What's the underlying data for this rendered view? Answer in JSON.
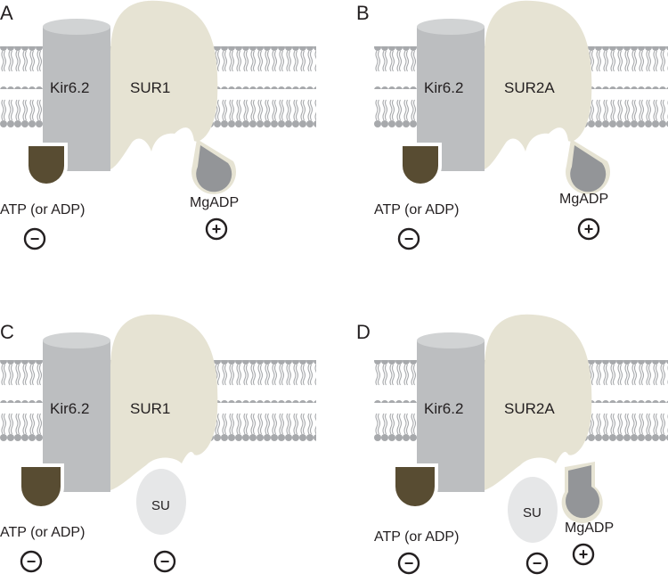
{
  "panels": [
    {
      "letter": "A",
      "channel": "Kir6.2",
      "receptor": "SUR1",
      "atp_label": "ATP (or ADP)",
      "atp_effect": "−",
      "mgadp_label": "MgADP",
      "mgadp_effect": "+",
      "su_label": "",
      "su_effect": ""
    },
    {
      "letter": "B",
      "channel": "Kir6.2",
      "receptor": "SUR2A",
      "atp_label": "ATP (or ADP)",
      "atp_effect": "−",
      "mgadp_label": "MgADP",
      "mgadp_effect": "+",
      "su_label": "",
      "su_effect": ""
    },
    {
      "letter": "C",
      "channel": "Kir6.2",
      "receptor": "SUR1",
      "atp_label": "ATP (or ADP)",
      "atp_effect": "−",
      "mgadp_label": "",
      "mgadp_effect": "",
      "su_label": "SU",
      "su_effect": "−"
    },
    {
      "letter": "D",
      "channel": "Kir6.2",
      "receptor": "SUR2A",
      "atp_label": "ATP (or ADP)",
      "atp_effect": "−",
      "mgadp_label": "MgADP",
      "mgadp_effect": "+",
      "su_label": "SU",
      "su_effect": "−"
    }
  ],
  "colors": {
    "background": "#ffffff",
    "membrane": "#a7a9ac",
    "kir_body": "#bcbec0",
    "kir_top": "#d1d3d4",
    "sur_body": "#e6e3d3",
    "atp": "#584c32",
    "mgadp": "#939598",
    "su": "#e6e7e8",
    "outline": "#ffffff",
    "text": "#231f20"
  }
}
